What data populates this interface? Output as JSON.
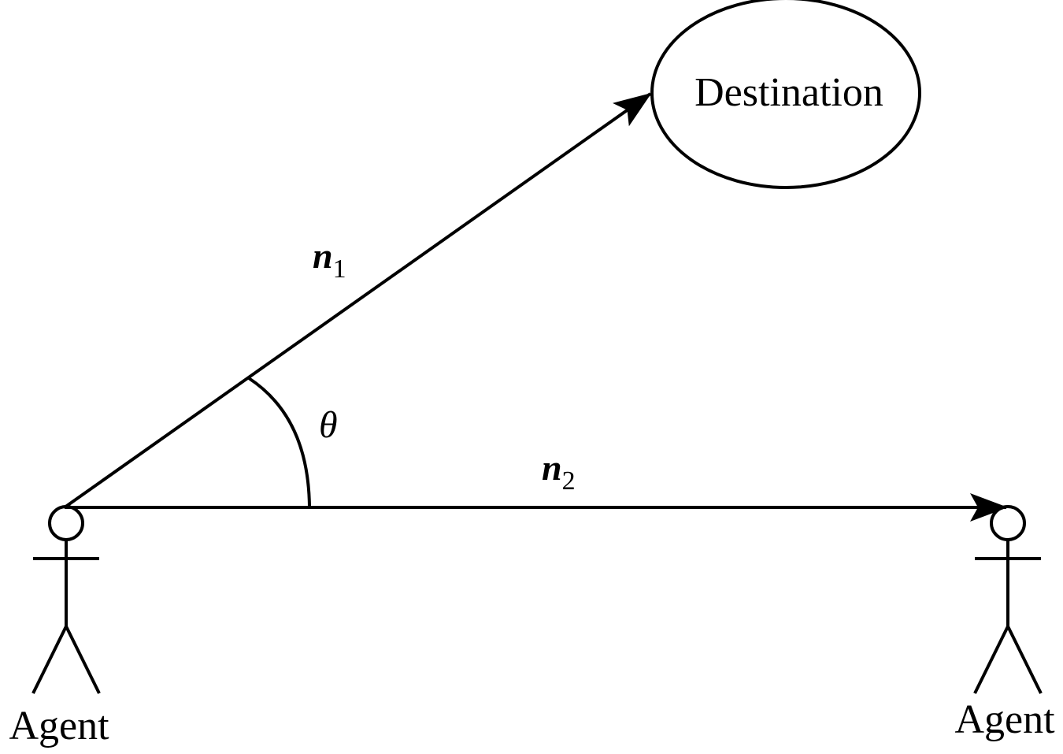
{
  "destination": {
    "label": "Destination"
  },
  "vectors": {
    "n1": {
      "symbol": "n",
      "subscript": "1"
    },
    "n2": {
      "symbol": "n",
      "subscript": "2"
    }
  },
  "angle": {
    "symbol": "θ"
  },
  "agents": [
    {
      "label": "Agent"
    },
    {
      "label": "Agent"
    }
  ],
  "colors": {
    "stroke": "#000000",
    "background": "#ffffff"
  }
}
